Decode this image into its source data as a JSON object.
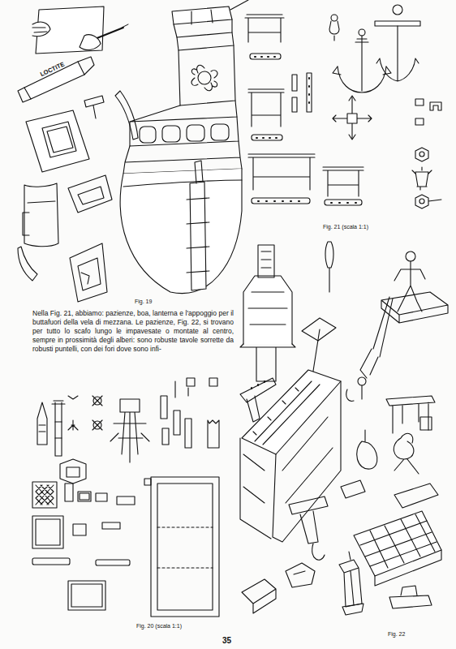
{
  "diagram": {
    "labels": [
      "LOCTITE",
      "Fig. 19",
      "Nella Fig. 21, abbiamo: pazienze, boa, lanterna e l'appoggio per il buttafuori della vela di mezzana. Le pazienze, Fig. 22, si trovano per tutto lo scafo lungo le impavesate o montate al centro, sempre in prossimità degli alberi: sono robuste tavole sorrette da robusti puntelli, con dei fori dove sono infi-",
      "Fig. 21 (scala 1:1)",
      "Fig. 20 (scala 1:1)",
      "Fig. 22",
      "35"
    ]
  }
}
